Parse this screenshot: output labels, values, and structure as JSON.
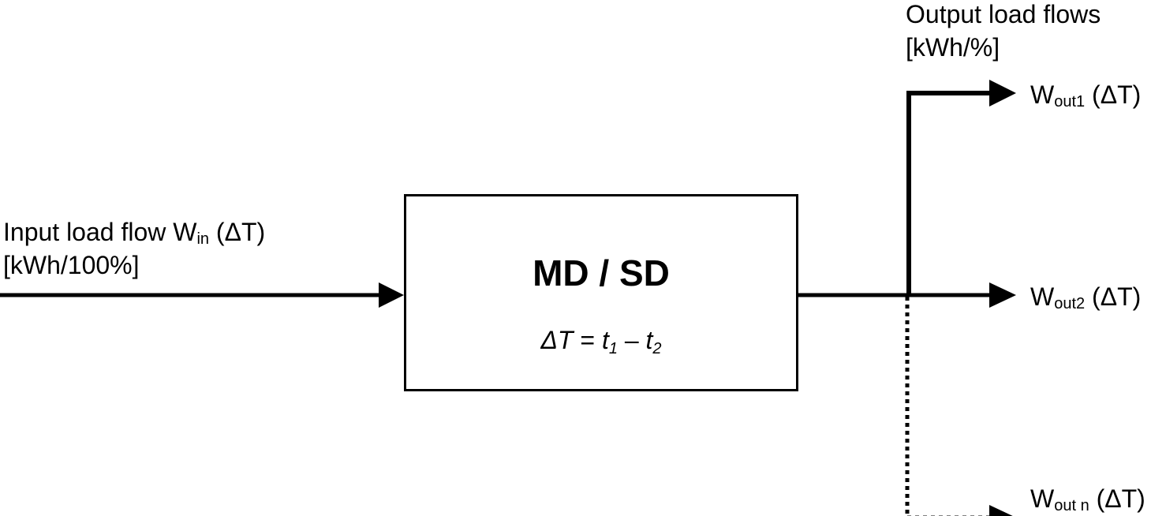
{
  "block": {
    "title": "MD / SD",
    "formula": {
      "lhs": "ΔT",
      "eq": " = ",
      "t1_base": "t",
      "t1_sub": "1",
      "minus": " – ",
      "t2_base": "t",
      "t2_sub": "2"
    }
  },
  "input": {
    "line1_prefix": "Input load flow W",
    "line1_sub": "in",
    "line1_suffix": " (ΔT)",
    "line2": "[kWh/100%]"
  },
  "outputs_header": {
    "line1": "Output load flows",
    "line2": "[kWh/%]"
  },
  "outputs": [
    {
      "base": "W",
      "sub": "out1",
      "suffix": " (ΔT)",
      "style": "solid"
    },
    {
      "base": "W",
      "sub": "out2",
      "suffix": " (ΔT)",
      "style": "solid"
    },
    {
      "base": "W",
      "sub": "out n",
      "suffix": " (ΔT)",
      "style": "dotted"
    }
  ]
}
